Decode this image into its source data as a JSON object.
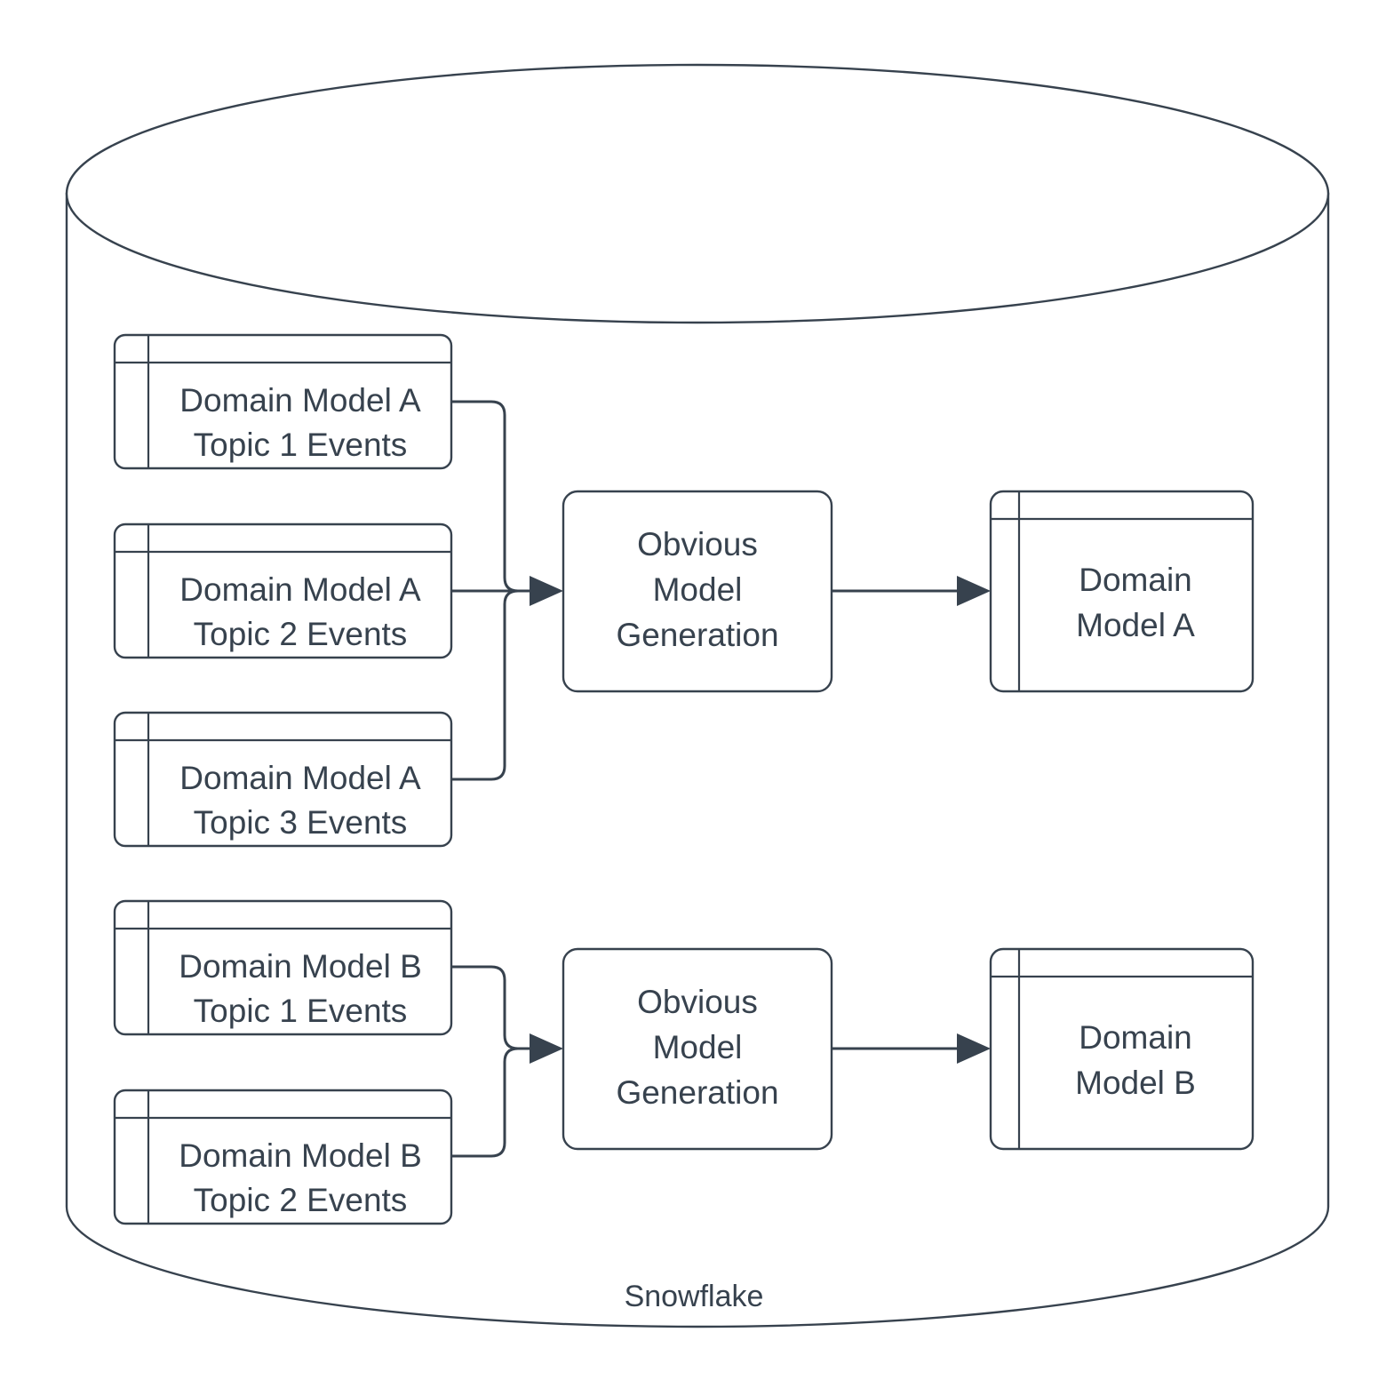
{
  "diagram": {
    "title": "Snowflake",
    "container": {
      "name": "Snowflake",
      "label": "Snowflake",
      "shape": "cylinder"
    },
    "colors": {
      "stroke": "#37424e",
      "text": "#37424e",
      "fill": "#ffffff",
      "background": "#ffffff"
    },
    "groups": [
      {
        "id": "group-a",
        "sources": [
          {
            "id": "a-topic-1",
            "line1": "Domain Model A",
            "line2": "Topic 1 Events",
            "shape": "table"
          },
          {
            "id": "a-topic-2",
            "line1": "Domain Model A",
            "line2": "Topic 2 Events",
            "shape": "table"
          },
          {
            "id": "a-topic-3",
            "line1": "Domain Model A",
            "line2": "Topic 3 Events",
            "shape": "table"
          }
        ],
        "process": {
          "id": "omg-a",
          "line1": "Obvious",
          "line2": "Model",
          "line3": "Generation",
          "shape": "rounded-rect"
        },
        "target": {
          "id": "model-a",
          "line1": "Domain",
          "line2": "Model A",
          "shape": "table"
        }
      },
      {
        "id": "group-b",
        "sources": [
          {
            "id": "b-topic-1",
            "line1": "Domain Model B",
            "line2": "Topic 1 Events",
            "shape": "table"
          },
          {
            "id": "b-topic-2",
            "line1": "Domain Model B",
            "line2": "Topic 2 Events",
            "shape": "table"
          }
        ],
        "process": {
          "id": "omg-b",
          "line1": "Obvious",
          "line2": "Model",
          "line3": "Generation",
          "shape": "rounded-rect"
        },
        "target": {
          "id": "model-b",
          "line1": "Domain",
          "line2": "Model B",
          "shape": "table"
        }
      }
    ]
  }
}
